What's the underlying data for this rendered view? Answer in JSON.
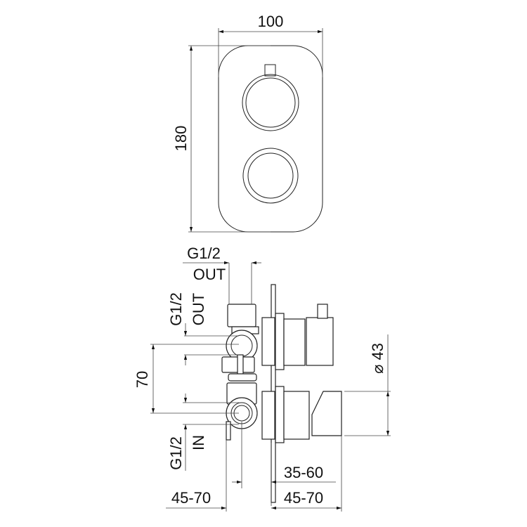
{
  "drawing": {
    "front_view": {
      "width_dim": "100",
      "height_dim": "180"
    },
    "side_view": {
      "top_out_label_line1": "G1/2",
      "top_out_label_line2": "OUT",
      "side_out_label_line1": "G1/2",
      "side_out_label_line2": "OUT",
      "spacing_dim": "70",
      "in_label_line1": "G1/2",
      "in_label_line2": "IN",
      "diameter_dim": "⌀ 43",
      "depth_dim": "35-60",
      "left_depth_dim": "45-70",
      "right_depth_dim": "45-70"
    }
  }
}
